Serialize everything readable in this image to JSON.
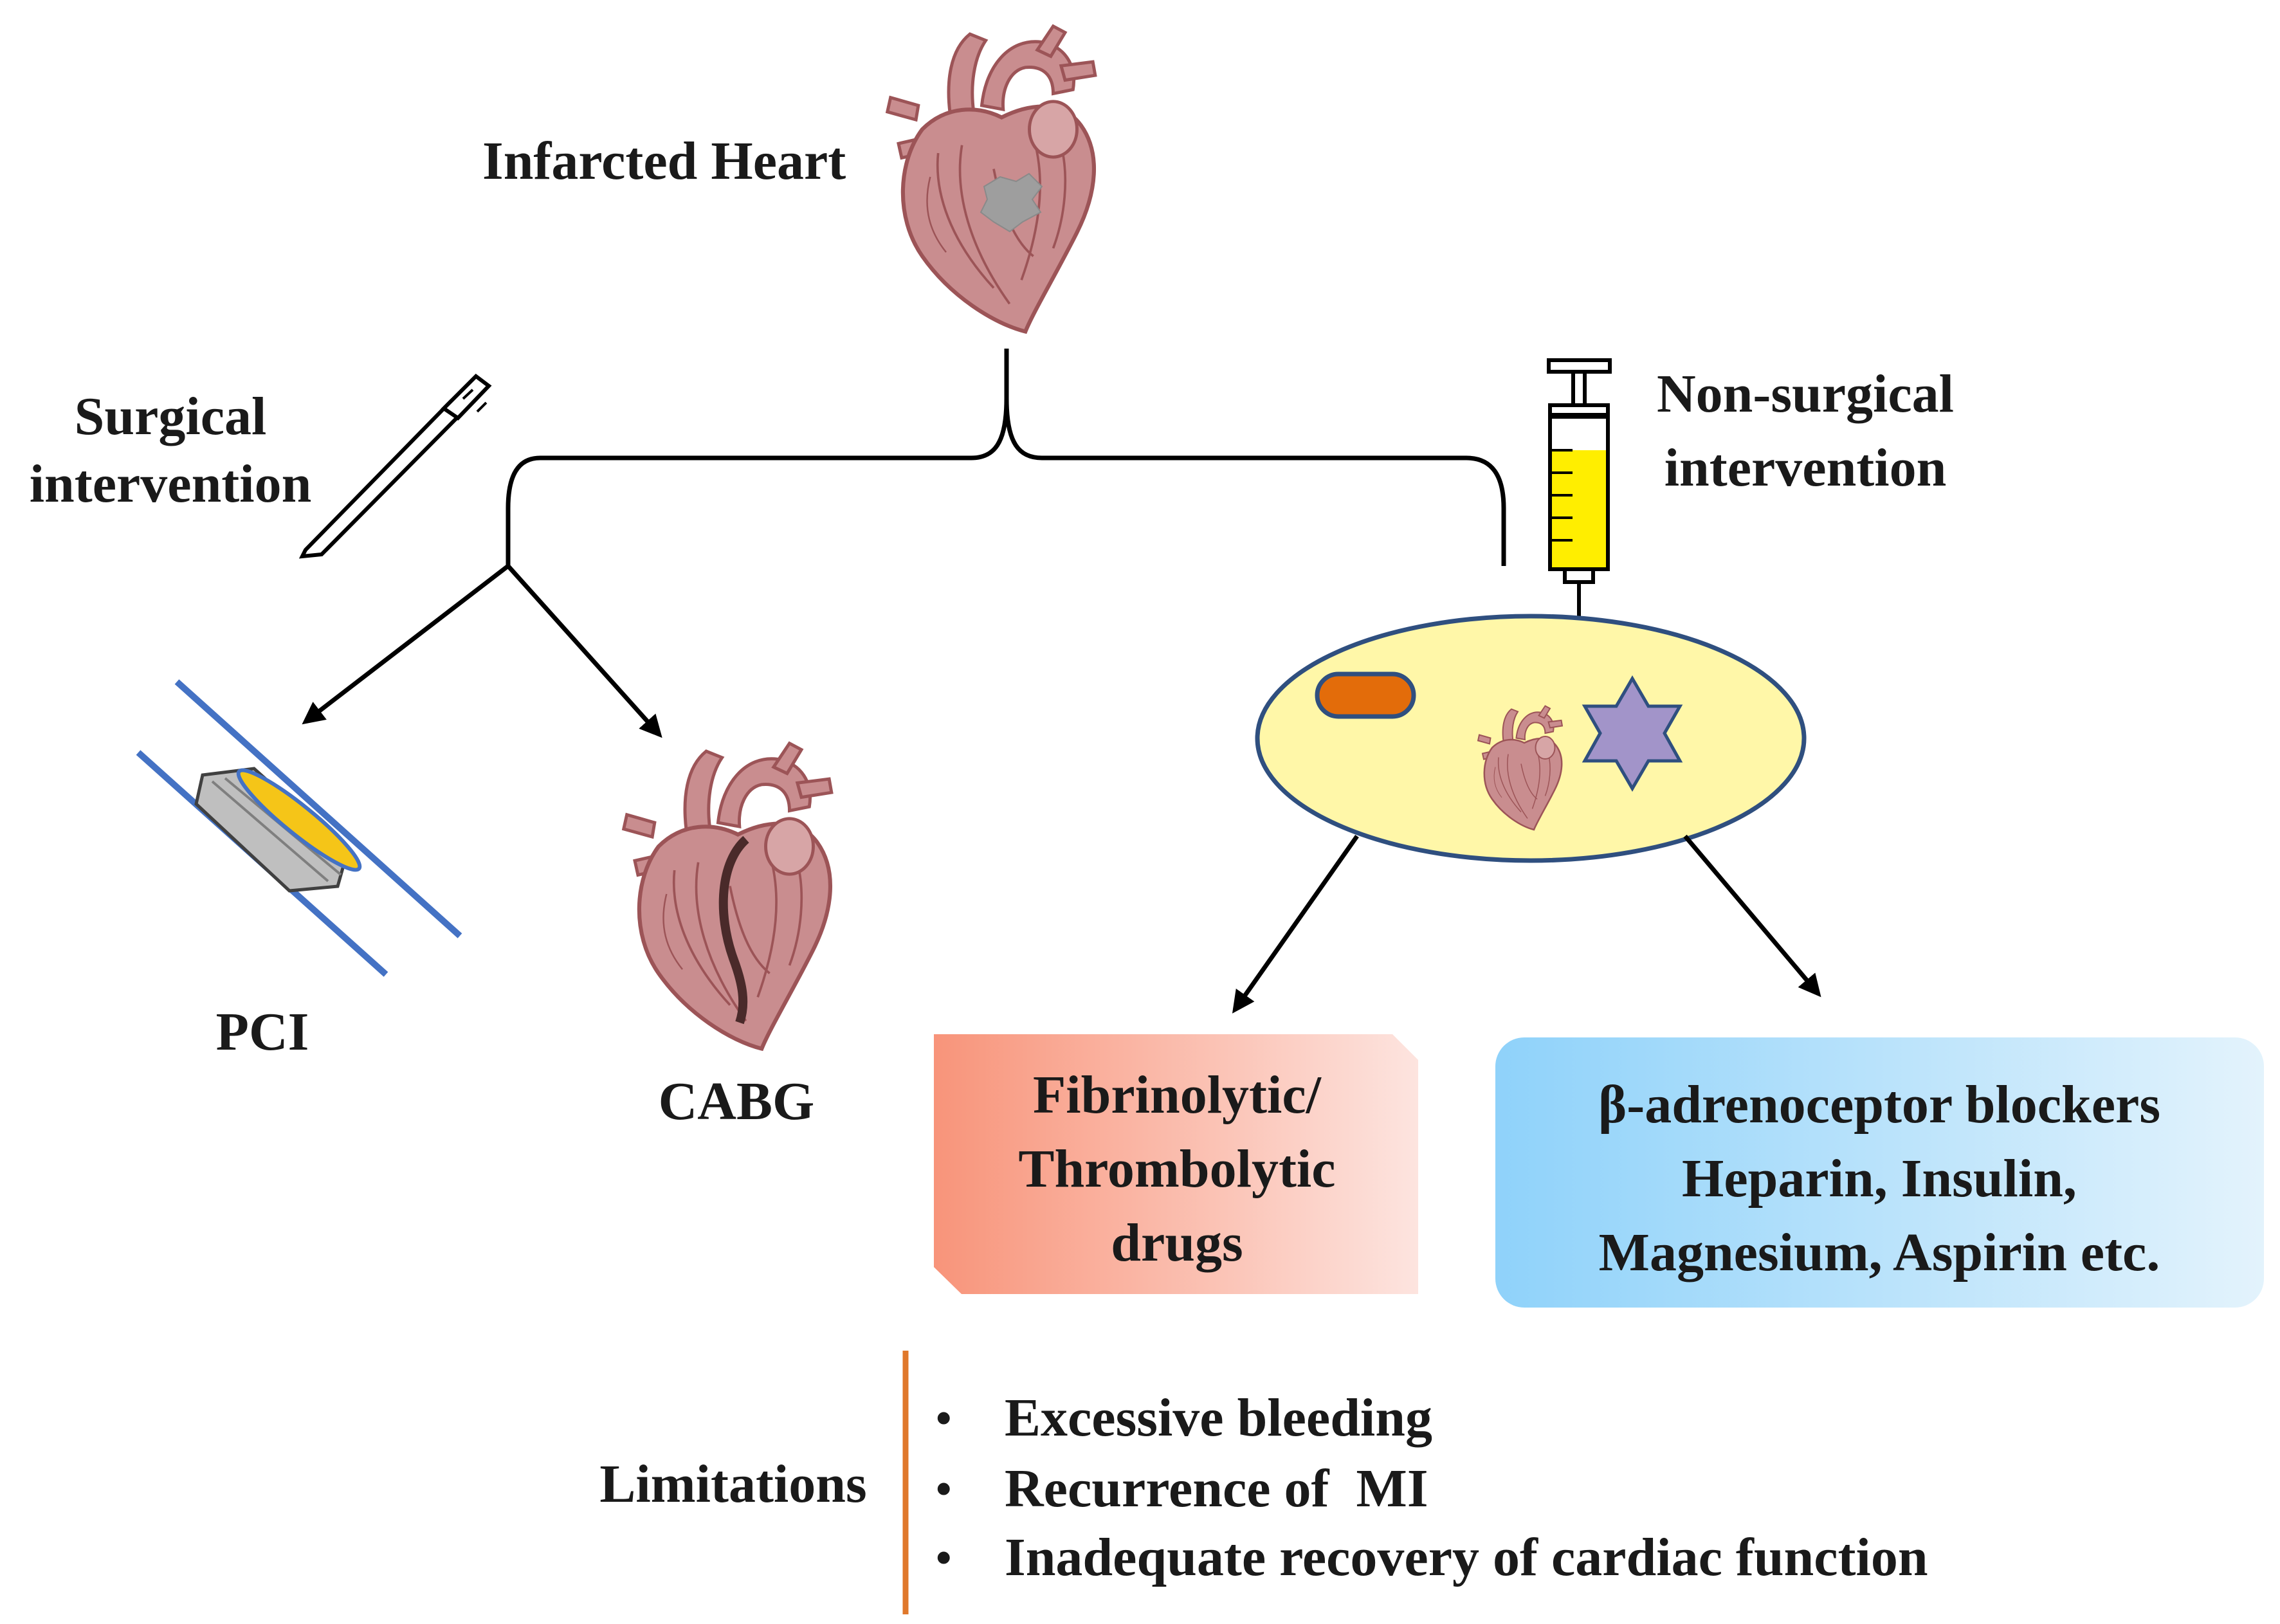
{
  "labels": {
    "infarcted_heart": "Infarcted Heart",
    "surgical_line1": "Surgical",
    "surgical_line2": "intervention",
    "nonsurgical_line1": "Non-surgical",
    "nonsurgical_line2": "intervention",
    "pci": "PCI",
    "cabg": "CABG"
  },
  "fibrinolytic_box": {
    "lines": [
      "Fibrinolytic/",
      "Thrombolytic",
      "drugs"
    ]
  },
  "drugs_box": {
    "lines": [
      "β-adrenoceptor blockers",
      "Heparin, Insulin,",
      "Magnesium, Aspirin etc."
    ]
  },
  "limitations": {
    "title": "Limitations",
    "items": [
      "Excessive bleeding",
      "Recurrence of  MI",
      "Inadequate recovery of cardiac function"
    ],
    "bullet": "•"
  },
  "colors": {
    "heart": "#c98d8f",
    "heart_outline": "#9c5457",
    "infarct": "#9e9e9e",
    "vessel": "#4472c4",
    "ellipse_fill": "#fff7a8",
    "ellipse_stroke": "#2f4f7f",
    "pill": "#e36c0a",
    "star": "#a294c9",
    "syringe_liquid": "#ffee00",
    "fibrinolytic_gradient": [
      "#f8947a",
      "#fde4df"
    ],
    "drugs_gradient": [
      "#8fd2fa",
      "#e3f3fc"
    ],
    "limitations_bar": "#e0782b"
  }
}
